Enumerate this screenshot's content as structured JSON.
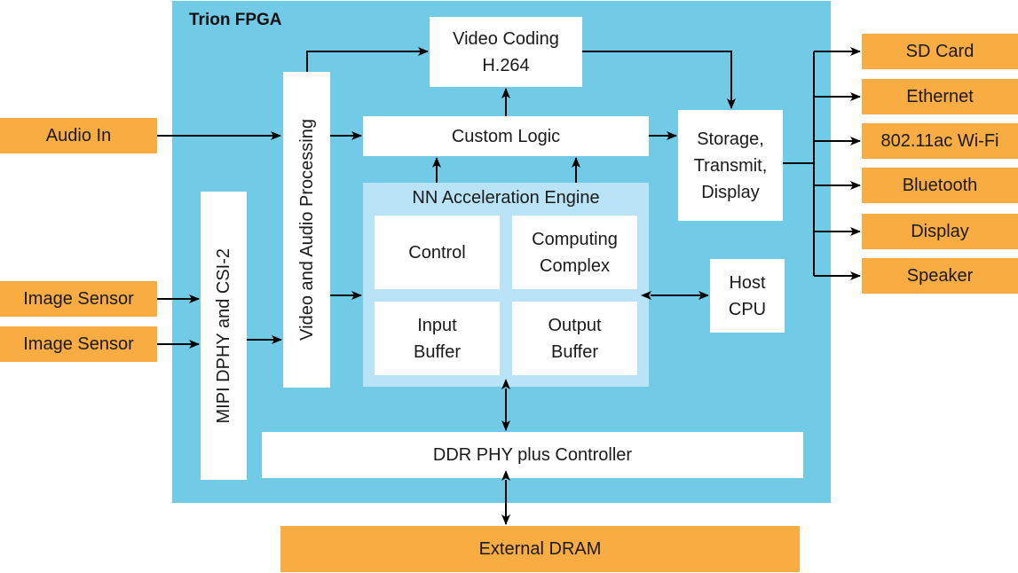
{
  "diagram": {
    "fpga_title": "Trion FPGA",
    "inputs": {
      "audio_in": "Audio In",
      "image_sensor_1": "Image Sensor",
      "image_sensor_2": "Image Sensor"
    },
    "blocks": {
      "mipi": "MIPI DPHY and CSI-2",
      "video_audio": "Video and Audio Processing",
      "video_coding_line1": "Video Coding",
      "video_coding_line2": "H.264",
      "custom_logic": "Custom Logic",
      "storage_line1": "Storage,",
      "storage_line2": "Transmit,",
      "storage_line3": "Display",
      "host_cpu_line1": "Host",
      "host_cpu_line2": "CPU",
      "ddr": "DDR PHY plus Controller"
    },
    "nn_engine": {
      "title": "NN Acceleration Engine",
      "control": "Control",
      "computing_line1": "Computing",
      "computing_line2": "Complex",
      "input_line1": "Input",
      "input_line2": "Buffer",
      "output_line1": "Output",
      "output_line2": "Buffer"
    },
    "outputs": [
      "SD Card",
      "Ethernet",
      "802.11ac Wi-Fi",
      "Bluetooth",
      "Display",
      "Speaker"
    ],
    "external": "External DRAM",
    "colors": {
      "fpga_bg": "#72cbe6",
      "nn_bg": "#b9e3f6",
      "io_orange": "#f8ac42",
      "block_white": "#ffffff"
    }
  }
}
